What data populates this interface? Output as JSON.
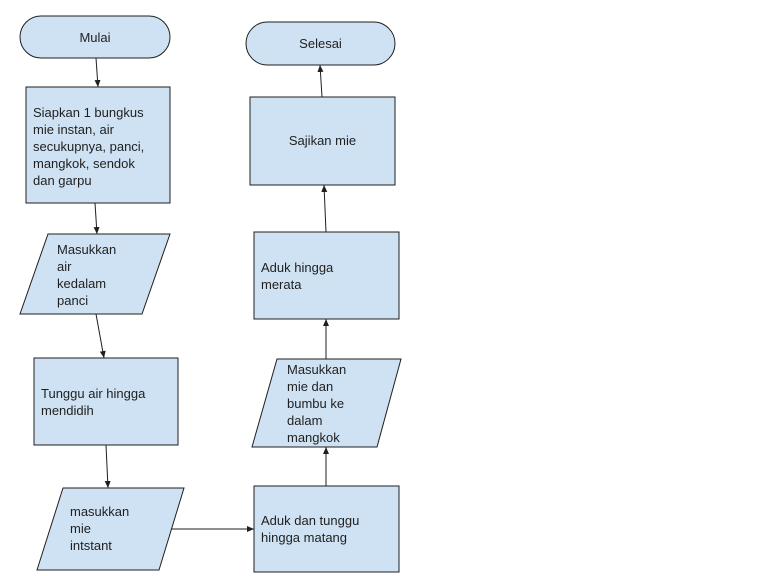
{
  "flowchart": {
    "nodes": {
      "mulai": "Mulai",
      "siapkan": "Siapkan 1 bungkus\nmie instan, air\nsecukupnya, panci,\nmangkok, sendok\ndan garpu",
      "masukkan_air": "Masukkan\nair\nkedalam\npanci",
      "tunggu_air": "Tunggu air hingga\nmendidih",
      "masukkan_mie": "masukkan\nmie\nintstant",
      "aduk_tunggu": "Aduk dan tunggu\nhingga matang",
      "masukkan_bumbu": "Masukkan\nmie dan\nbumbu ke\ndalam\nmangkok",
      "aduk_merata": "Aduk hingga\nmerata",
      "sajikan": "Sajikan mie",
      "selesai": "Selesai"
    },
    "colors": {
      "fill": "#cfe2f3",
      "stroke": "#1f1f1f"
    }
  }
}
